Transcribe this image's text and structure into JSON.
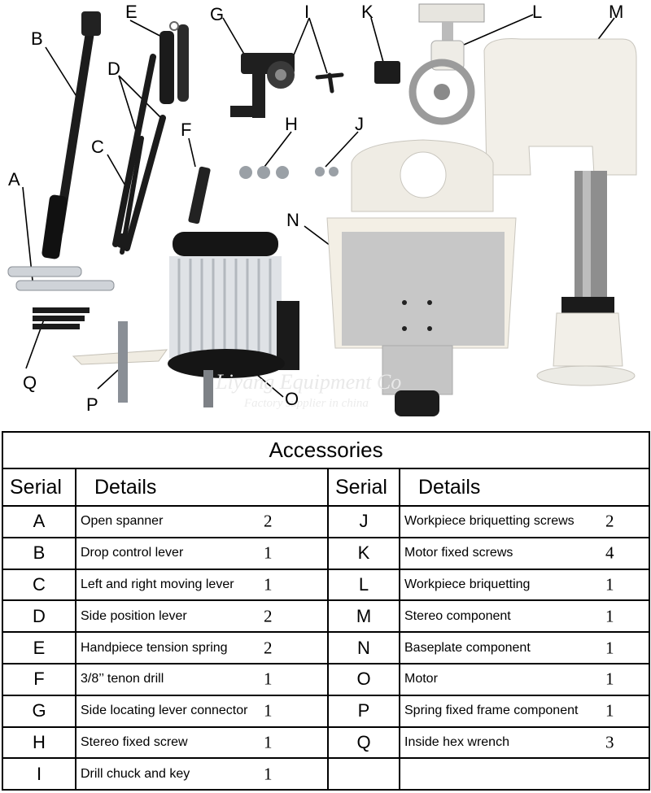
{
  "photo": {
    "callouts": [
      "A",
      "B",
      "C",
      "D",
      "E",
      "F",
      "G",
      "H",
      "I",
      "J",
      "K",
      "L",
      "M",
      "N",
      "O",
      "P",
      "Q"
    ],
    "watermark_line1": "Liyang Equipment Co",
    "watermark_line2": "Factory supplier in china",
    "colors": {
      "metal_black": "#1b1b1b",
      "body_cream": "#f1eee6",
      "table_grey": "#c7c7c7",
      "fin_silver": "#dfe2e6"
    }
  },
  "table": {
    "title": "Accessories",
    "headers": {
      "serial_left": "Serial",
      "details_left": "Details",
      "serial_right": "Serial",
      "details_right": "Details"
    },
    "rows": [
      {
        "serial_a": "A",
        "detail_a": "Open spanner",
        "qty_a": "2",
        "serial_b": "J",
        "detail_b": "Workpiece briquetting screws",
        "qty_b": "2"
      },
      {
        "serial_a": "B",
        "detail_a": "Drop control lever",
        "qty_a": "1",
        "serial_b": "K",
        "detail_b": "Motor fixed screws",
        "qty_b": "4"
      },
      {
        "serial_a": "C",
        "detail_a": "Left and right moving lever",
        "qty_a": "1",
        "serial_b": "L",
        "detail_b": "Workpiece briquetting",
        "qty_b": "1"
      },
      {
        "serial_a": "D",
        "detail_a": "Side position lever",
        "qty_a": "2",
        "serial_b": "M",
        "detail_b": "Stereo component",
        "qty_b": "1"
      },
      {
        "serial_a": "E",
        "detail_a": "Handpiece tension spring",
        "qty_a": "2",
        "serial_b": "N",
        "detail_b": "Baseplate component",
        "qty_b": "1"
      },
      {
        "serial_a": "F",
        "detail_a": "3/8’’ tenon drill",
        "qty_a": "1",
        "serial_b": "O",
        "detail_b": "Motor",
        "qty_b": "1"
      },
      {
        "serial_a": "G",
        "detail_a": "Side locating lever connector",
        "qty_a": "1",
        "serial_b": "P",
        "detail_b": "Spring fixed frame component",
        "qty_b": "1"
      },
      {
        "serial_a": "H",
        "detail_a": "Stereo fixed screw",
        "qty_a": "1",
        "serial_b": "Q",
        "detail_b": "Inside hex wrench",
        "qty_b": "3"
      },
      {
        "serial_a": "I",
        "detail_a": "Drill chuck and key",
        "qty_a": "1",
        "serial_b": "",
        "detail_b": "",
        "qty_b": ""
      }
    ]
  }
}
